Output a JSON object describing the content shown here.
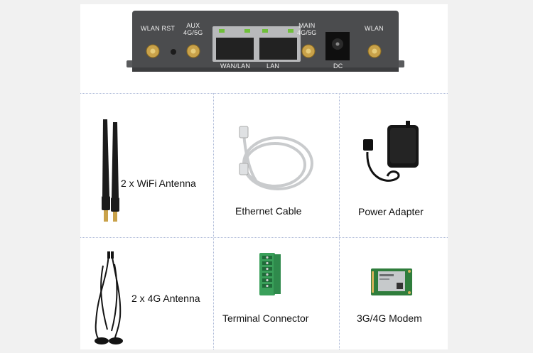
{
  "router_panel": {
    "port_labels": {
      "wlan_rst": "WLAN RST",
      "aux": "AUX\n4G/5G",
      "main": "MAIN\n4G/5G",
      "wlan": "WLAN",
      "wan_lan": "WAN/LAN",
      "lan": "LAN",
      "dc": "DC"
    }
  },
  "items": [
    {
      "caption": "2 x WiFi Antenna",
      "icon": "wifi-antenna-icon"
    },
    {
      "caption": "Ethernet Cable",
      "icon": "ethernet-cable-icon"
    },
    {
      "caption": "Power Adapter",
      "icon": "power-adapter-icon"
    },
    {
      "caption": "2 x 4G Antenna",
      "icon": "4g-antenna-icon"
    },
    {
      "caption": "Terminal Connector",
      "icon": "terminal-connector-icon"
    },
    {
      "caption": "3G/4G Modem",
      "icon": "modem-card-icon"
    }
  ],
  "colors": {
    "router_body": "#4b4c4e",
    "connector_gold": "#c9a24a",
    "divider": "#aab7d6",
    "terminal_green": "#3aa05a",
    "modem_board": "#2f7d3c"
  }
}
